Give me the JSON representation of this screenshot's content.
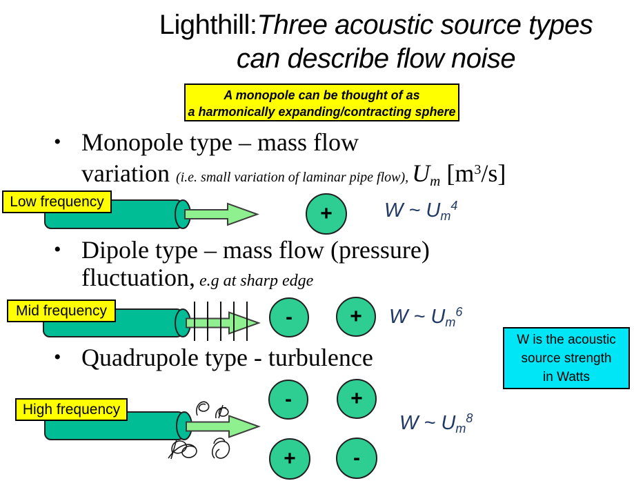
{
  "title": {
    "name_part": "Lighthill:",
    "italic_part": "Three acoustic source types",
    "line2": "can describe flow noise"
  },
  "note_monopole": {
    "line1": "A monopole can be thought of as",
    "line2": "a harmonically expanding/contracting sphere"
  },
  "bullet_char": "•",
  "bullets": {
    "monopole": {
      "line1": "Monopole type – mass flow",
      "line2_lead": "variation ",
      "aside": "(i.e. small variation of laminar pipe flow), ",
      "sym": "U",
      "sym_sub": "m",
      "unit_open": " [m",
      "unit_sup": "3",
      "unit_close": "/s]"
    },
    "dipole": {
      "line1": "Dipole type – mass flow (pressure)",
      "line2_lead": "fluctuation,",
      "aside": " e.g at sharp edge"
    },
    "quadrupole": {
      "line1": "Quadrupole type - turbulence"
    }
  },
  "rows": {
    "monopole": {
      "label": "Low frequency",
      "sign": "+",
      "formula": {
        "lead": "W ~ U",
        "sub": "m",
        "sup": "4"
      }
    },
    "dipole": {
      "label": "Mid frequency",
      "signs": [
        "-",
        "+"
      ],
      "formula": {
        "lead": "W ~ U",
        "sub": "m",
        "sup": "6"
      }
    },
    "quadrupole": {
      "label": "High frequency",
      "signs_top": [
        "-",
        "+"
      ],
      "signs_bottom": [
        "+",
        "-"
      ],
      "formula": {
        "lead": "W ~ U",
        "sub": "m",
        "sup": "8"
      }
    }
  },
  "note_watts": {
    "line1": "W is the acoustic",
    "line2": "source strength",
    "line3": "in Watts"
  },
  "colors": {
    "yellow_box": "#ffff00",
    "cyan_box": "#00e6f6",
    "pipe_teal": "#00bd96",
    "arrow_green": "#8ff08f",
    "circle_green": "#2ecd92",
    "formula_navy": "#1f3864"
  }
}
